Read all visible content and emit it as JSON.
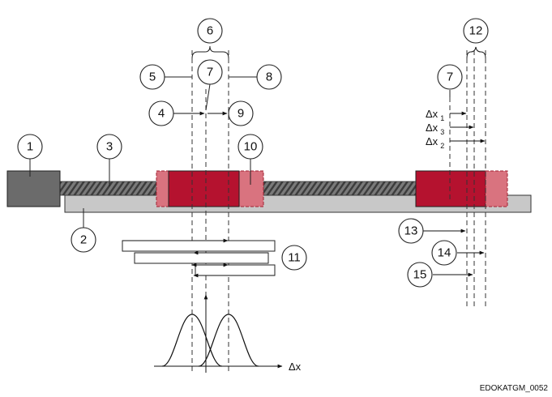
{
  "callouts": {
    "c1": "1",
    "c2": "2",
    "c3": "3",
    "c4": "4",
    "c5": "5",
    "c6": "6",
    "c7a": "7",
    "c7b": "7",
    "c8": "8",
    "c9": "9",
    "c10": "10",
    "c11": "11",
    "c12": "12",
    "c13": "13",
    "c14": "14",
    "c15": "15"
  },
  "labels": {
    "dx1": "Δx",
    "dx1_sub": "1",
    "dx3": "Δx",
    "dx3_sub": "3",
    "dx2": "Δx",
    "dx2_sub": "2",
    "axis": "Δx",
    "code": "EDOKATGM_0052"
  },
  "colors": {
    "motor": "#6b6b6b",
    "rail": "#c8c8c8",
    "slider": "#b5122f",
    "slider_ghost": "#d9737f",
    "screw": "#555555"
  }
}
